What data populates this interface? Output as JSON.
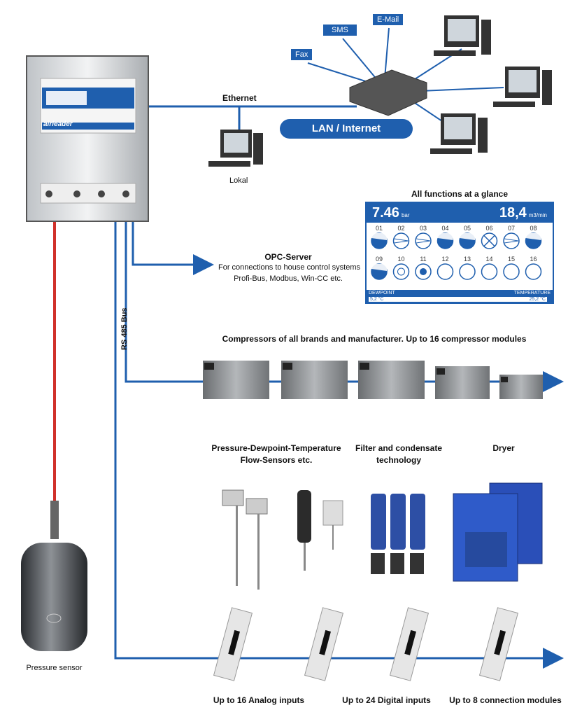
{
  "controller": {
    "logo": "airleader"
  },
  "network": {
    "ethernet_label": "Ethernet",
    "lan_label": "LAN / Internet",
    "local_label": "Lokal",
    "alerts": [
      "Fax",
      "SMS",
      "E-Mail"
    ]
  },
  "opc": {
    "title": "OPC-Server",
    "line1": "For connections to house control systems",
    "line2": "Profi-Bus, Modbus, Win-CC etc."
  },
  "glance": {
    "title": "All functions at a glance",
    "pressure": "7.46",
    "pressure_unit": "bar",
    "flow": "18,4",
    "flow_unit": "m3/min",
    "dewpoint_label": "DEWPOINT",
    "dewpoint_value": "5,2 °C",
    "temperature_label": "TEMPERATURE",
    "temperature_value": "25,2 °C",
    "modules": [
      {
        "id": "01",
        "state": "load"
      },
      {
        "id": "02",
        "state": "idle"
      },
      {
        "id": "03",
        "state": "idle"
      },
      {
        "id": "04",
        "state": "load"
      },
      {
        "id": "05",
        "state": "load"
      },
      {
        "id": "06",
        "state": "fault"
      },
      {
        "id": "07",
        "state": "idle"
      },
      {
        "id": "08",
        "state": "load"
      },
      {
        "id": "09",
        "state": "load"
      },
      {
        "id": "10",
        "state": "standby"
      },
      {
        "id": "11",
        "state": "ready"
      },
      {
        "id": "12",
        "state": "off"
      },
      {
        "id": "13",
        "state": "off"
      },
      {
        "id": "14",
        "state": "off"
      },
      {
        "id": "15",
        "state": "off"
      },
      {
        "id": "16",
        "state": "off"
      }
    ]
  },
  "bus": {
    "label": "RS 485 Bus"
  },
  "compressors": {
    "title": "Compressors of all brands and manufacturer. Up to 16 compressor modules"
  },
  "sensors": {
    "line1": "Pressure-Dewpoint-Temperature",
    "line2": "Flow-Sensors etc."
  },
  "filter": {
    "line1": "Filter and condensate",
    "line2": "technology"
  },
  "dryer": {
    "label": "Dryer"
  },
  "tank": {
    "label": "Pressure sensor"
  },
  "bottom": {
    "analog": "Up to 16 Analog inputs",
    "digital": "Up to 24 Digital inputs",
    "connection": "Up to 8 connection modules"
  },
  "colors": {
    "accent": "#1f5fae",
    "sensor_line": "#d0302a"
  }
}
